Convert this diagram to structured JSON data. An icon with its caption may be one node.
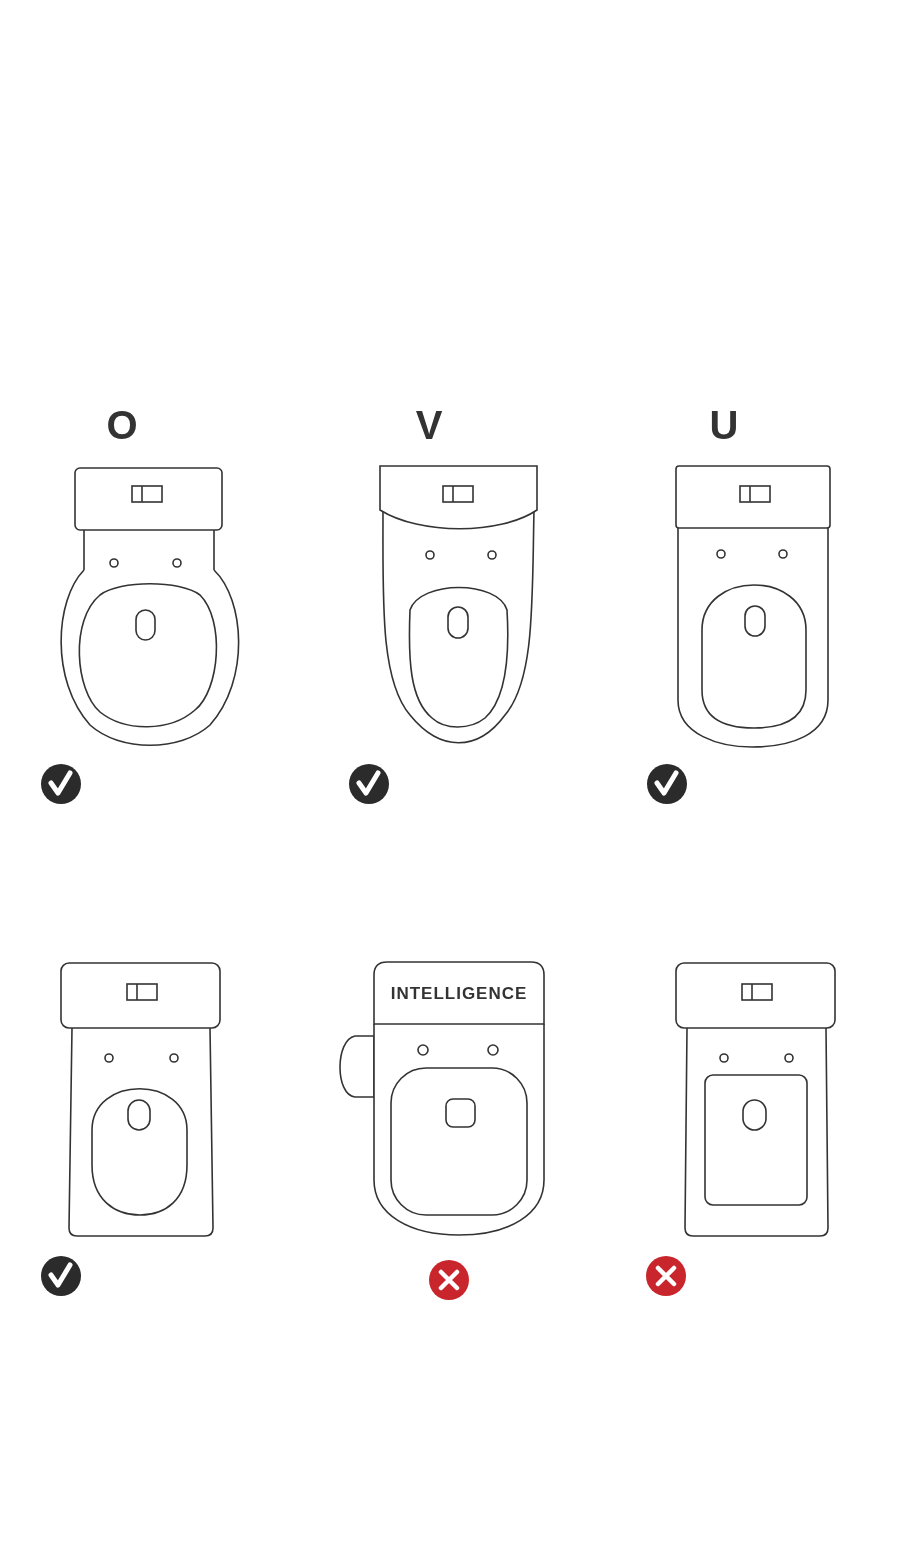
{
  "diagram": {
    "labels": [
      "O",
      "V",
      "U",
      "INTELLIGENCE"
    ]
  }
}
